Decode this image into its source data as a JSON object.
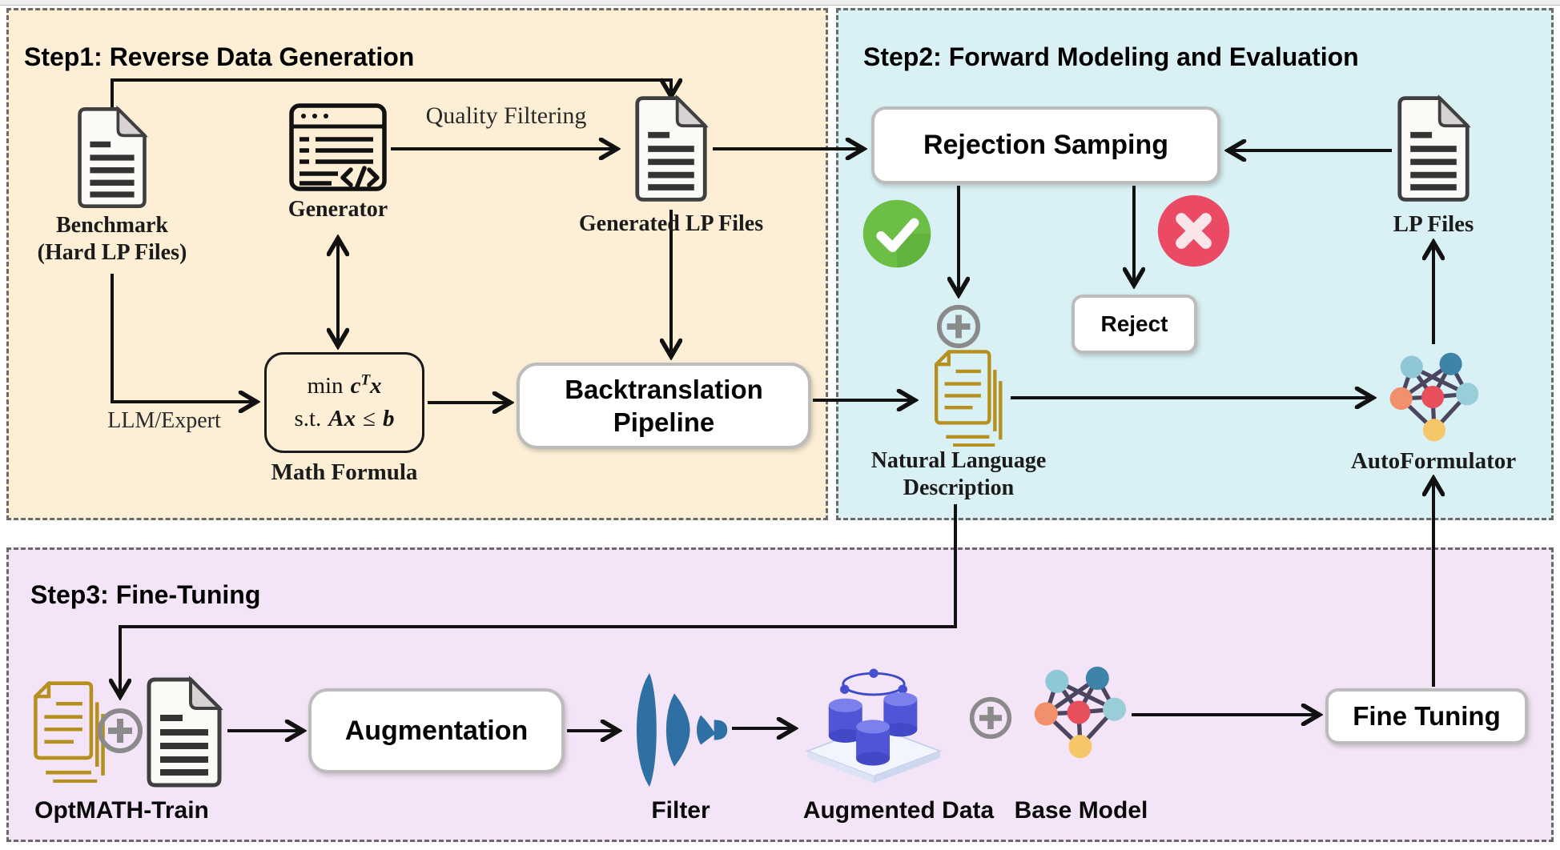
{
  "step1": {
    "title": "Step1: Reverse Data Generation",
    "benchmark_line1": "Benchmark",
    "benchmark_line2": "(Hard LP Files)",
    "generator": "Generator",
    "quality_filtering": "Quality Filtering",
    "generated_lp": "Generated LP Files",
    "llm_expert": "LLM/Expert",
    "math_min": "min",
    "math_c": "c",
    "math_T": "T",
    "math_x": "x",
    "math_st": "s.t.",
    "math_Ax": "Ax",
    "math_leq": "≤",
    "math_b": "b",
    "math_label": "Math Formula",
    "backtranslation_line1": "Backtranslation",
    "backtranslation_line2": "Pipeline"
  },
  "step2": {
    "title": "Step2: Forward Modeling and Evaluation",
    "rejection_sampling": "Rejection Samping",
    "lp_files": "LP Files",
    "reject": "Reject",
    "nl_line1": "Natural Language",
    "nl_line2": "Description",
    "autoformulator": "AutoFormulator"
  },
  "step3": {
    "title": "Step3: Fine-Tuning",
    "optmath_train": "OptMATH-Train",
    "augmentation": "Augmentation",
    "filter": "Filter",
    "augmented_data": "Augmented Data",
    "base_model": "Base Model",
    "fine_tuning": "Fine Tuning"
  },
  "colors": {
    "step1_bg": "#fcefd5",
    "step2_bg": "#d9f1f4",
    "step3_bg": "#f4e4f7",
    "panel_border": "#6a6a6a",
    "arrow": "#111111",
    "box_border": "#bcbcbc",
    "box_bg": "#fffffe",
    "doc_gold": "#b5901f",
    "check_green": "#6cbe45",
    "cross_red": "#ea4a64",
    "plus_gray": "#8a8a8a",
    "filter_blue": "#2e6fa4",
    "database_purple": "#5055d8"
  }
}
